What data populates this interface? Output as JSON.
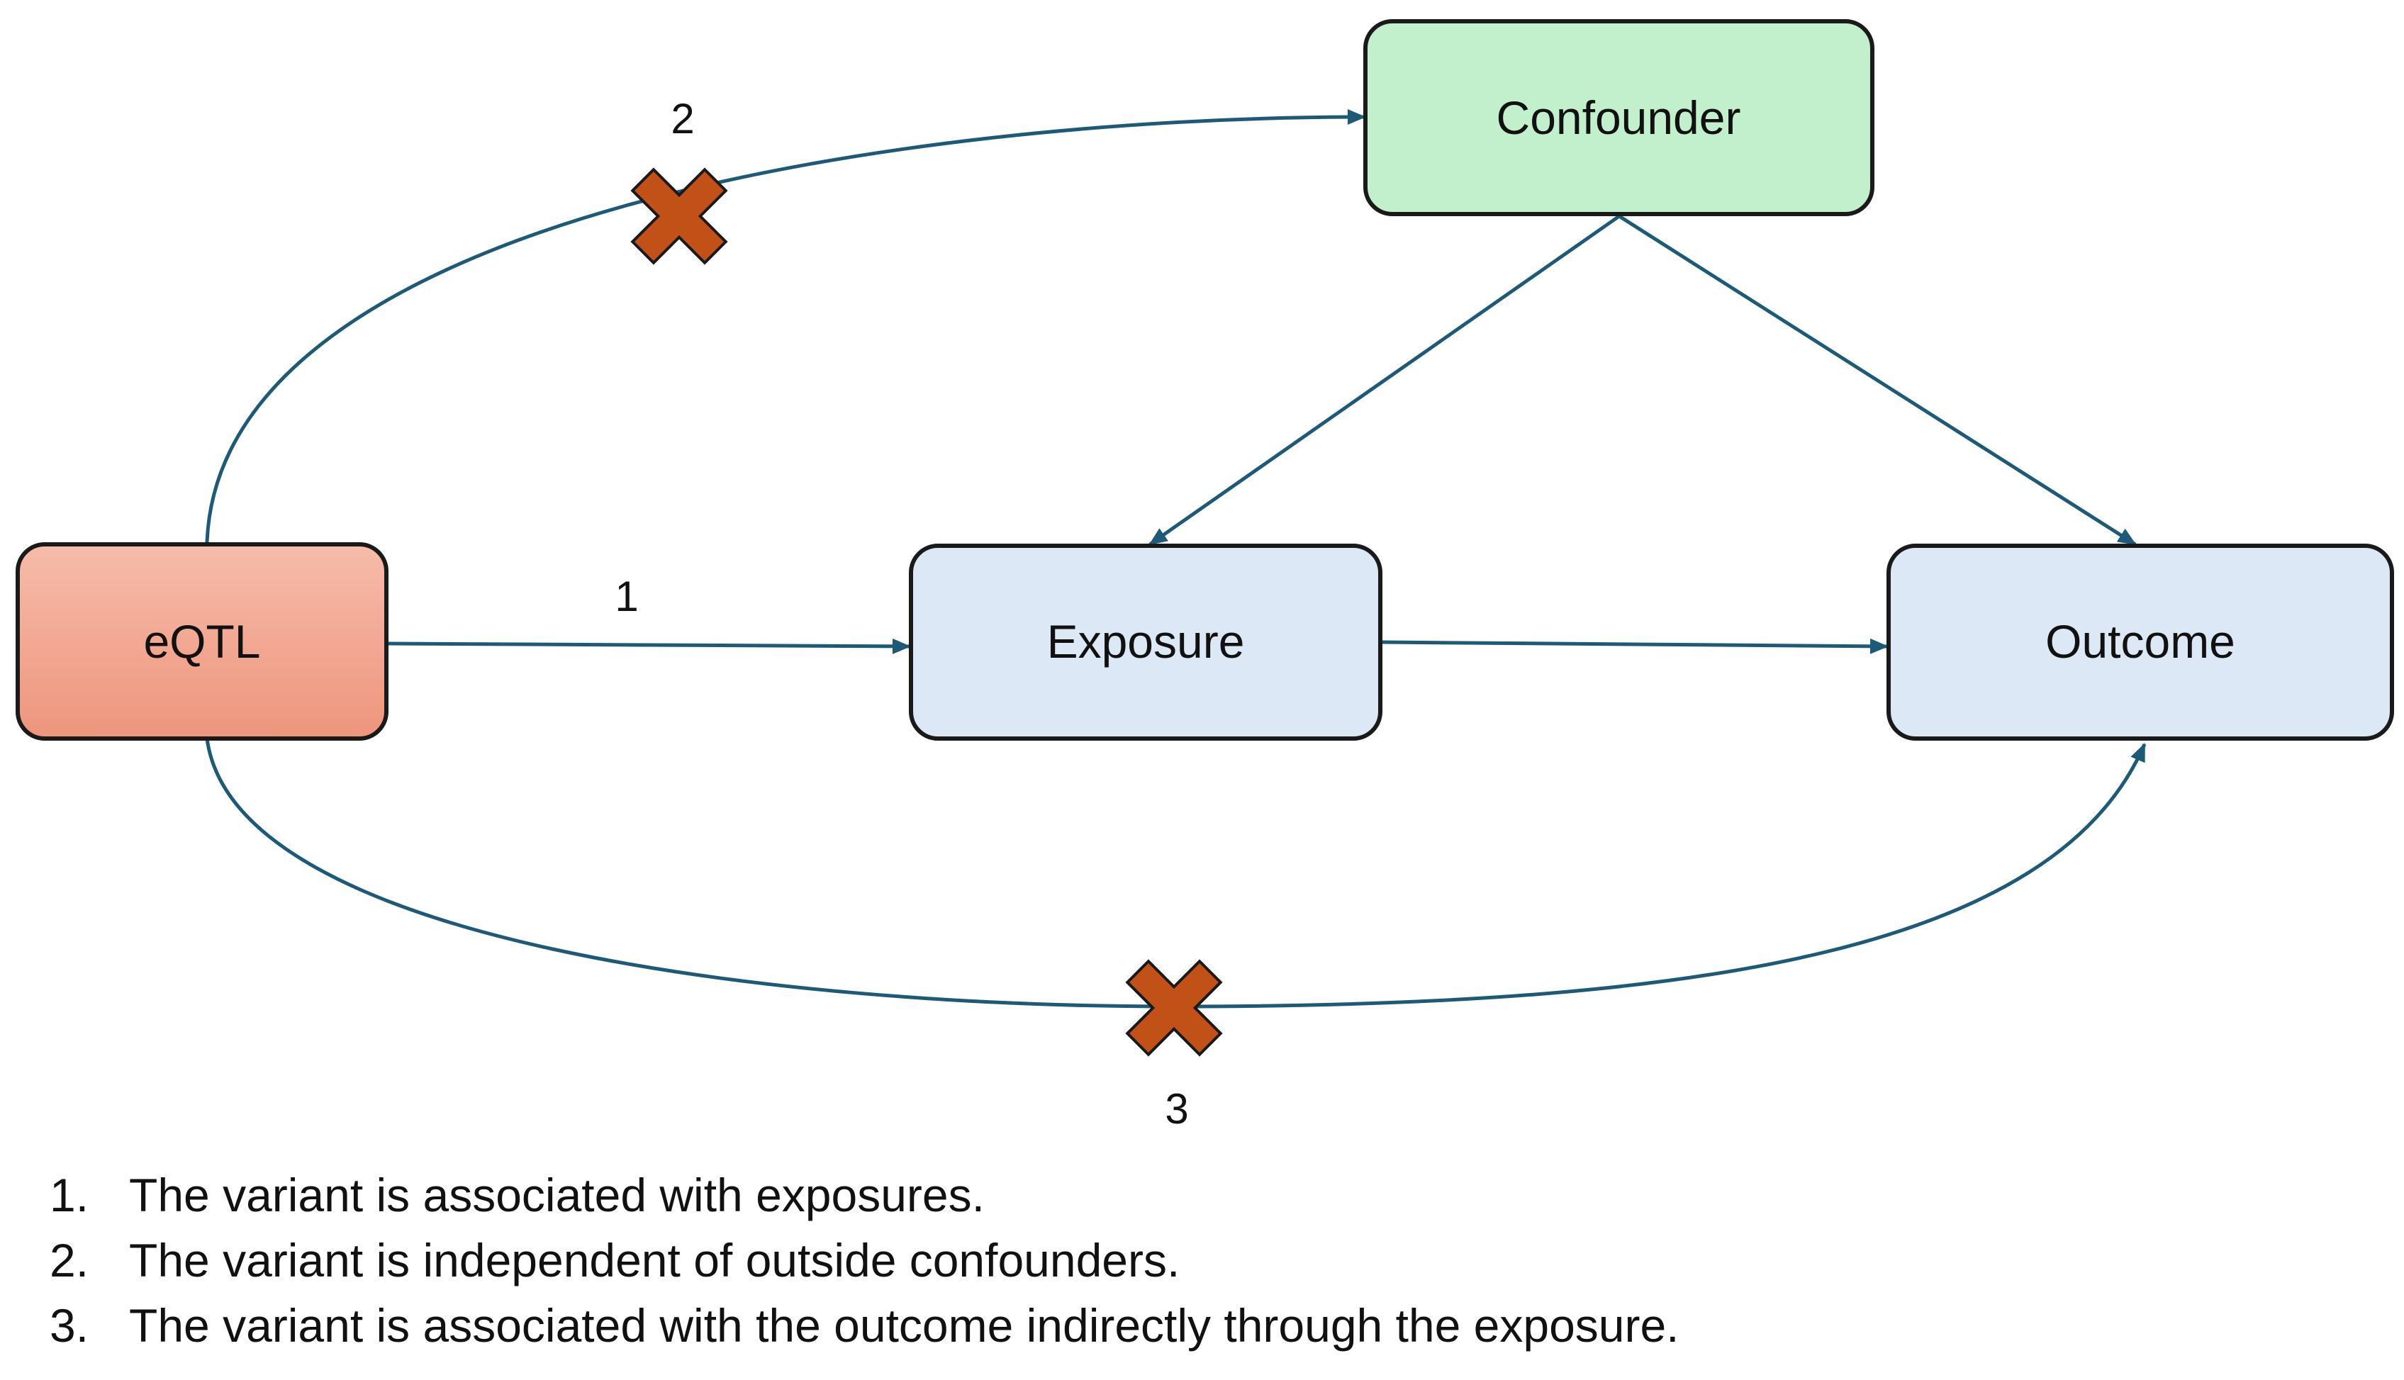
{
  "nodes": {
    "eqtl": {
      "label": "eQTL",
      "fill_top": "#f6bcaa",
      "fill_bottom": "#ee957d"
    },
    "confounder": {
      "label": "Confounder",
      "fill": "#c2f0cc"
    },
    "exposure": {
      "label": "Exposure",
      "fill": "#dce8f5"
    },
    "outcome": {
      "label": "Outcome",
      "fill": "#dce8f5"
    }
  },
  "edges": {
    "path_1": {
      "label": "1",
      "from": "eQTL",
      "to": "Exposure",
      "blocked": false
    },
    "path_2": {
      "label": "2",
      "from": "eQTL",
      "to": "Confounder",
      "blocked": true
    },
    "path_3": {
      "label": "3",
      "from": "eQTL",
      "to": "Outcome",
      "blocked": true
    },
    "exposure_outcome": {
      "from": "Exposure",
      "to": "Outcome",
      "blocked": false
    },
    "confounder_exposure": {
      "from": "Confounder",
      "to": "Exposure",
      "blocked": false
    },
    "confounder_outcome": {
      "from": "Confounder",
      "to": "Outcome",
      "blocked": false
    }
  },
  "blocked_marker_icon": "cross-icon",
  "colors": {
    "arrow": "#1d5a78",
    "cross": "#c25118",
    "border": "#1a1a1a"
  },
  "assumptions": [
    {
      "number": "1.",
      "text": "The variant is associated with exposures."
    },
    {
      "number": "2.",
      "text": "The variant is independent of outside confounders."
    },
    {
      "number": "3.",
      "text": "The variant is associated with the outcome indirectly through the exposure."
    }
  ]
}
